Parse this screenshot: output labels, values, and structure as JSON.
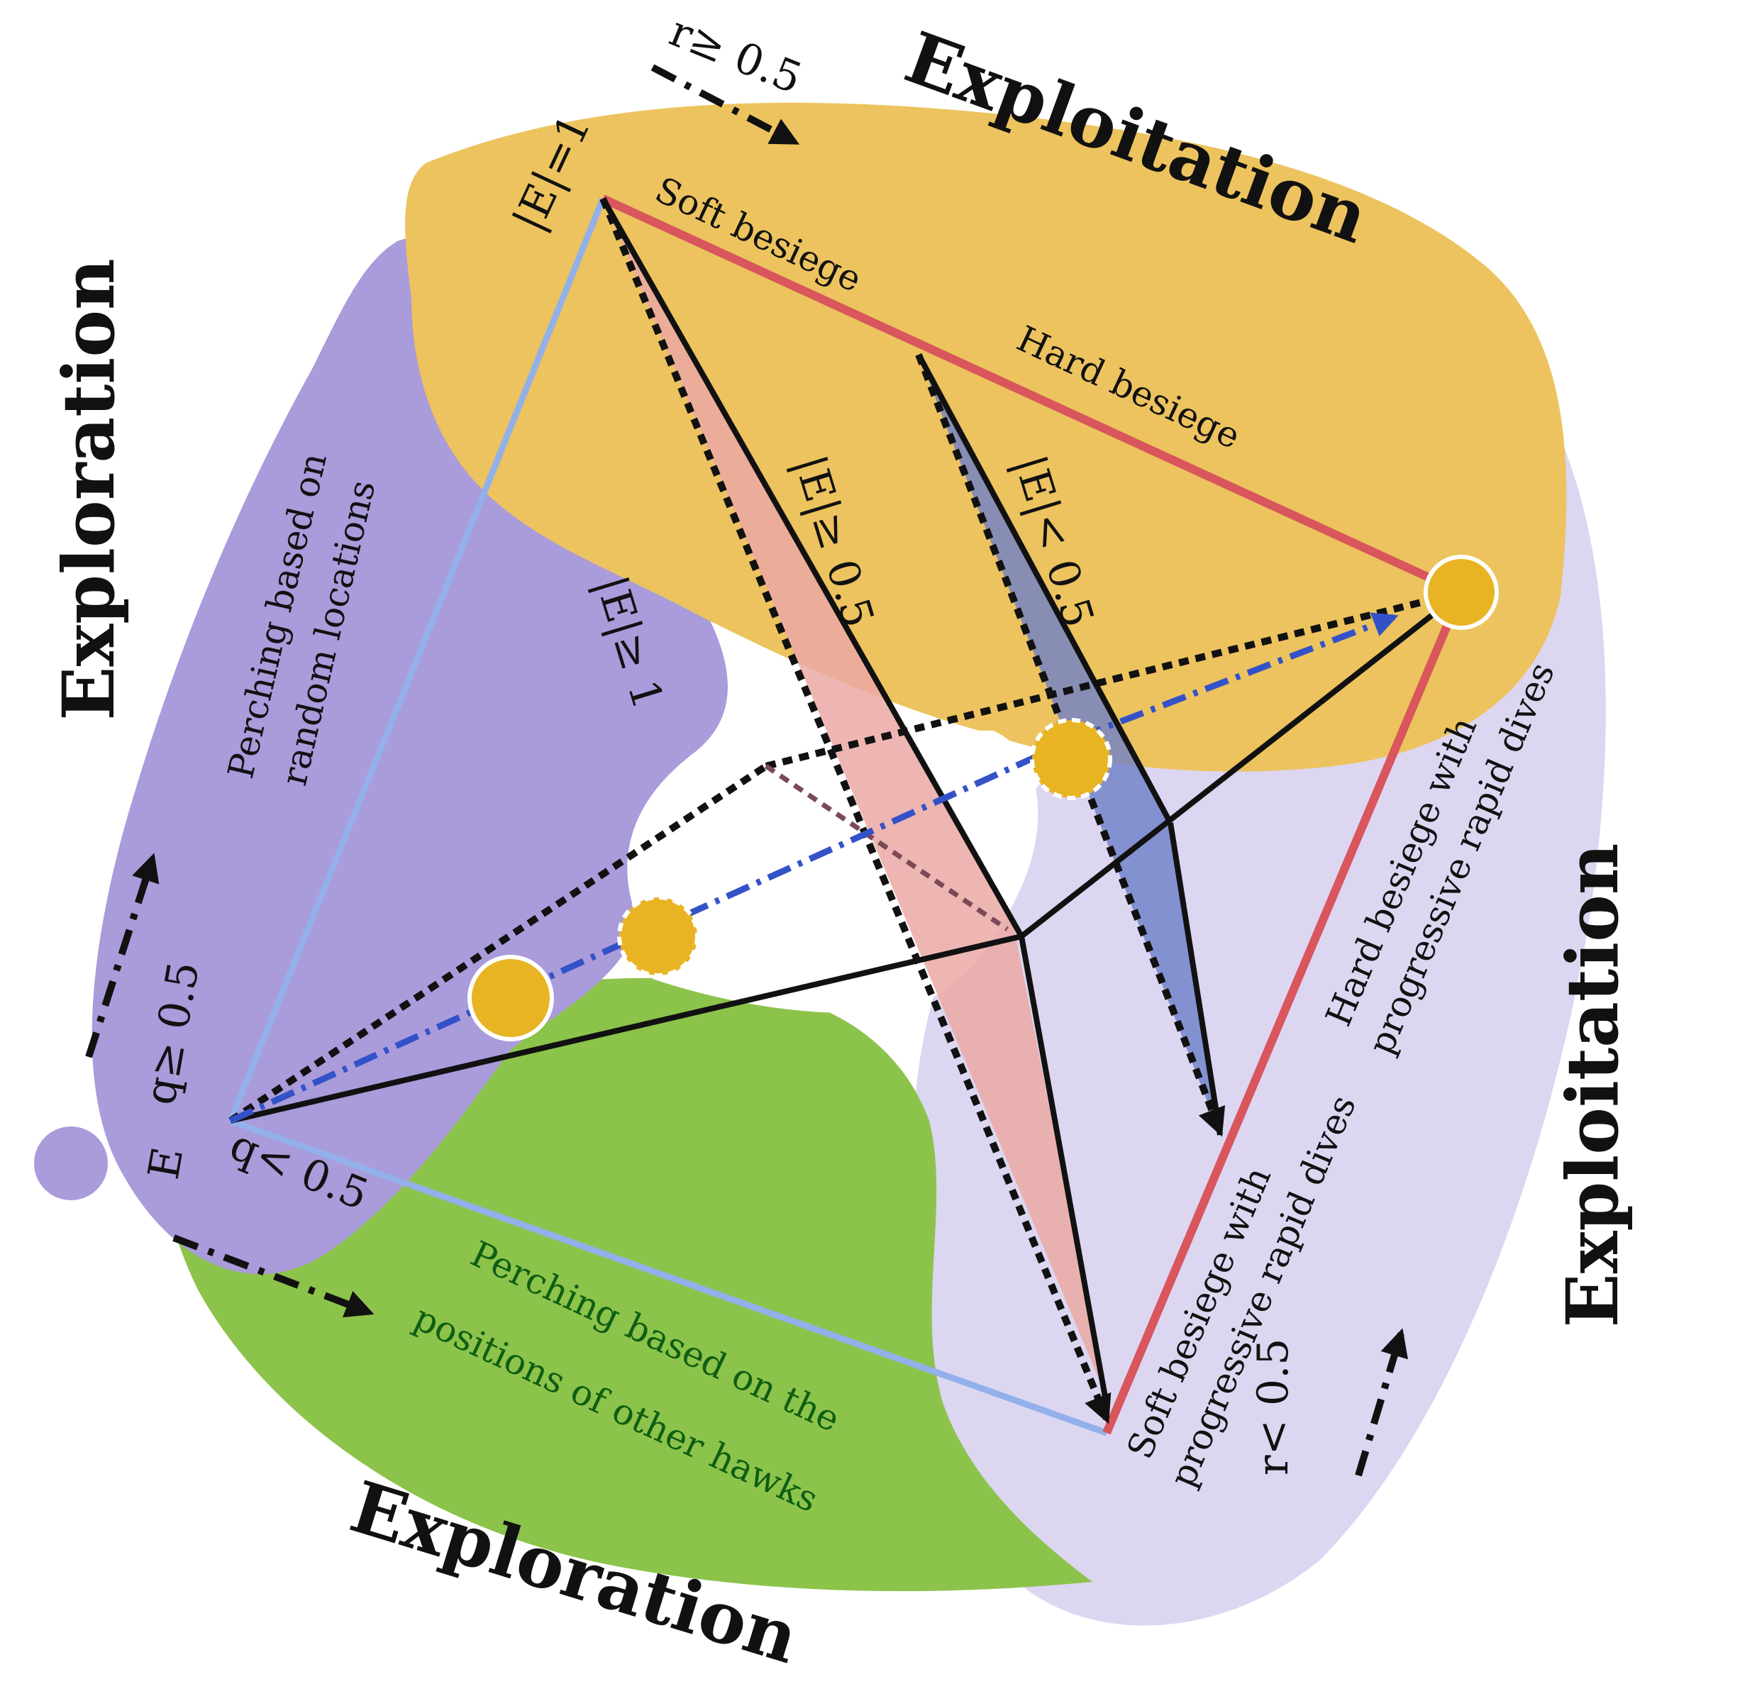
{
  "phases": {
    "exploitation_top": "Exploitation",
    "exploitation_right": "Exploitation",
    "exploration_left": "Exploration",
    "exploration_bottom": "Exploration"
  },
  "strategies": {
    "soft_besiege": "Soft besiege",
    "hard_besiege": "Hard besiege",
    "hard_besiege_dives_line1": "Hard besiege with",
    "hard_besiege_dives_line2": "progressive rapid dives",
    "soft_besiege_dives_line1": "Soft besiege with",
    "soft_besiege_dives_line2": "progressive rapid dives",
    "perching_random_line1": "Perching based on",
    "perching_random_line2": "random locations",
    "perching_hawks_line1": "Perching based on the",
    "perching_hawks_line2": "positions of other hawks"
  },
  "conditions": {
    "e_eq_1": "|E|=1",
    "e_ge_half": "|E|≥ 0.5",
    "e_lt_half": "|E|< 0.5",
    "e_ge_1": "|E|≥ 1",
    "r_ge_half": "r≥ 0.5",
    "r_lt_half": "r< 0.5",
    "q_ge_half": "q≥ 0.5",
    "q_lt_half": "q< 0.5",
    "e_letter": "E"
  },
  "colors": {
    "exploitation_orange": "#ecc35e",
    "exploration_purple": "#aa9bdb",
    "exploitation_lavender": "#dcd6f1",
    "exploration_green": "#8cc34b",
    "hawk_gold": "#e8b424",
    "hard_red": "#d8565c",
    "perch_blue": "#93b0ea",
    "dive_blue": "#3452c8"
  }
}
